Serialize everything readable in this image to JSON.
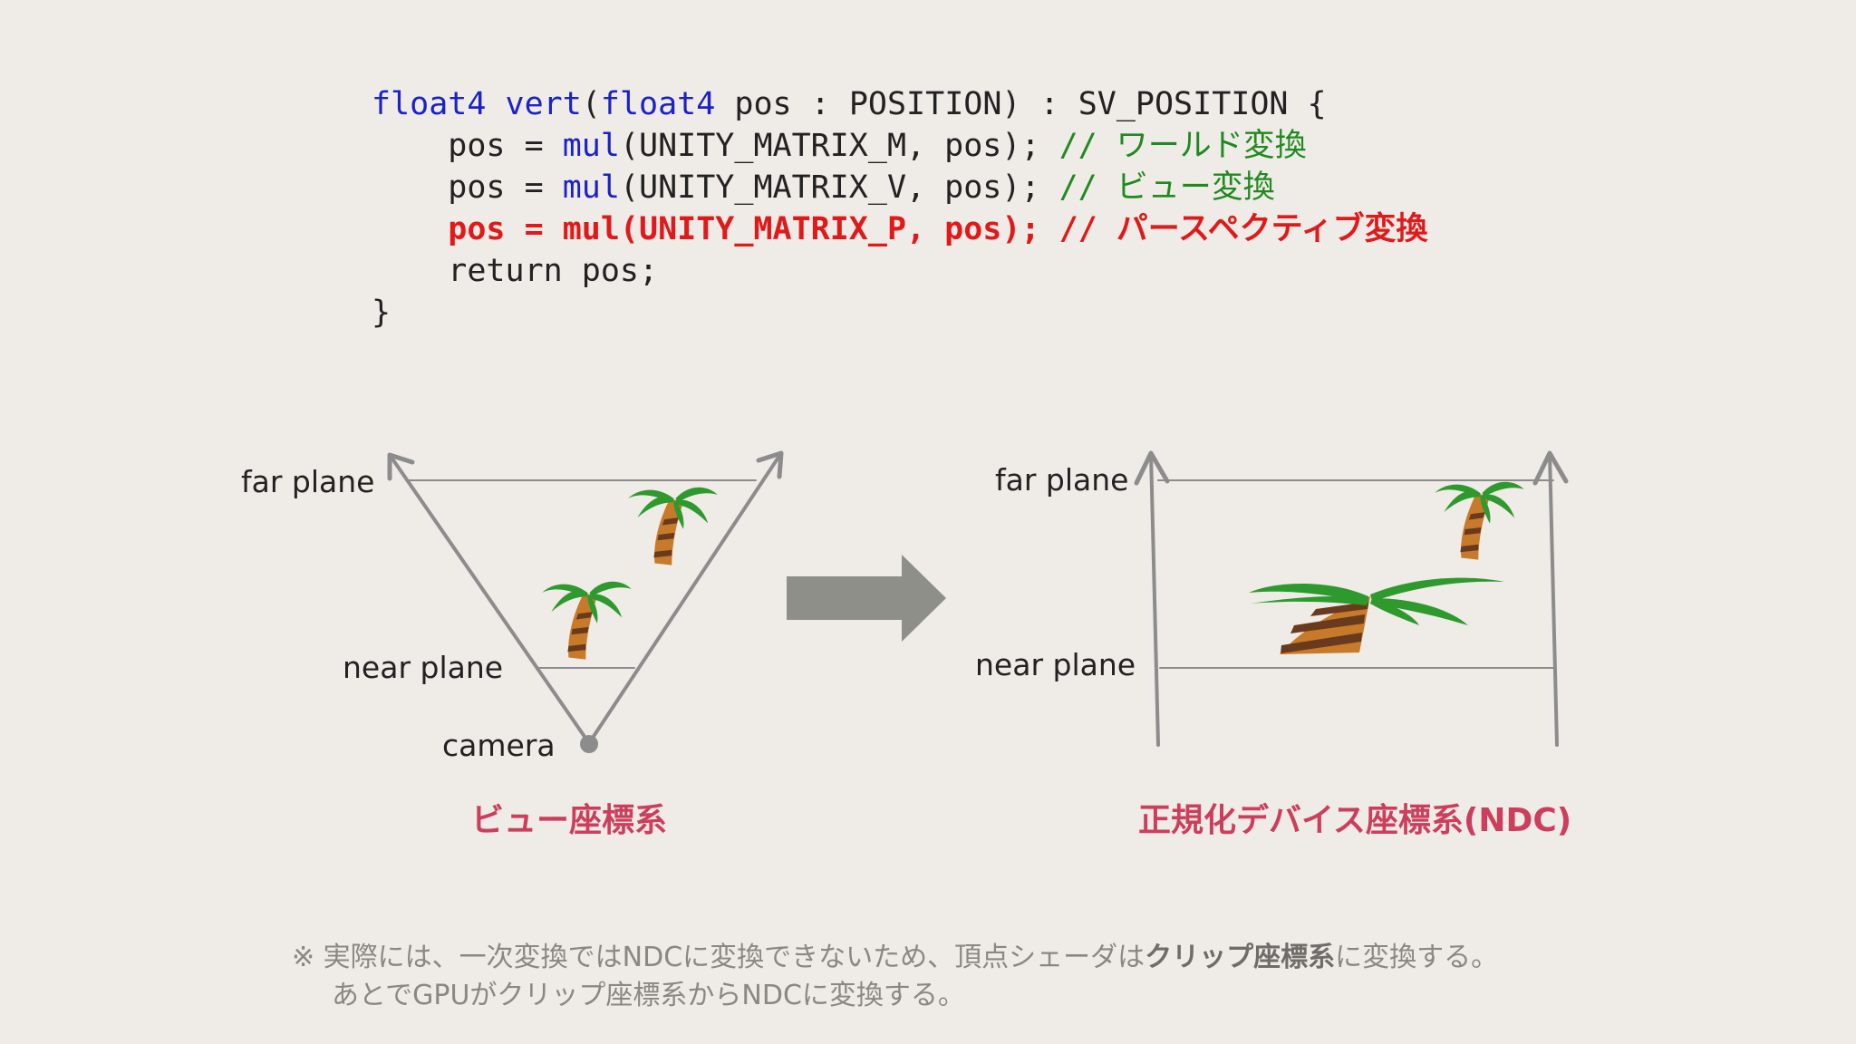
{
  "code": {
    "lines": [
      {
        "parts": [
          {
            "t": "float4",
            "c": "kw"
          },
          {
            "t": " "
          },
          {
            "t": "vert",
            "c": "kw"
          },
          {
            "t": "("
          },
          {
            "t": "float4",
            "c": "kw"
          },
          {
            "t": " pos : POSITION) : SV_POSITION {"
          }
        ]
      },
      {
        "parts": [
          {
            "t": "    pos = "
          },
          {
            "t": "mul",
            "c": "kw"
          },
          {
            "t": "(UNITY_MATRIX_M, pos); "
          },
          {
            "t": "// ワールド変換",
            "c": "cm"
          }
        ]
      },
      {
        "parts": [
          {
            "t": "    pos = "
          },
          {
            "t": "mul",
            "c": "kw"
          },
          {
            "t": "(UNITY_MATRIX_V, pos); "
          },
          {
            "t": "// ビュー変換",
            "c": "cm"
          }
        ]
      },
      {
        "highlight": true,
        "parts": [
          {
            "t": "    pos = mul(UNITY_MATRIX_P, pos); // パースペクティブ変換"
          }
        ]
      },
      {
        "parts": [
          {
            "t": "    return pos;"
          }
        ]
      },
      {
        "parts": [
          {
            "t": "}"
          }
        ]
      }
    ]
  },
  "view_diagram": {
    "far_label": "far plane",
    "near_label": "near plane",
    "camera_label": "camera",
    "caption": "ビュー座標系"
  },
  "ndc_diagram": {
    "far_label": "far plane",
    "near_label": "near plane",
    "caption": "正規化デバイス座標系(NDC)"
  },
  "note": {
    "line1_prefix": "※ 実際には、一次変換ではNDCに変換できないため、頂点シェーダは",
    "line1_bold": "クリップ座標系",
    "line1_suffix": "に変換する。",
    "line2": "あとでGPUがクリップ座標系からNDCに変換する。"
  },
  "colors": {
    "keyword": "#1a22c8",
    "comment": "#1f8a1f",
    "highlight": "#e01a1a",
    "caption": "#cc3e5c",
    "line": "#8c8c8c",
    "arrow": "#8f8f8a"
  }
}
